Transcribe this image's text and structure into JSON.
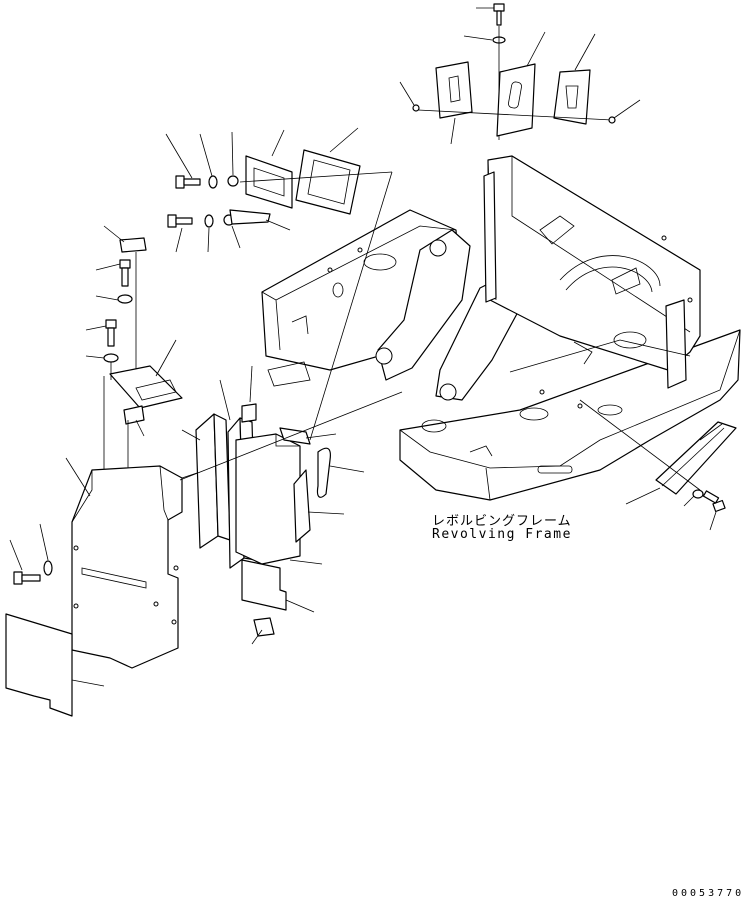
{
  "figure": {
    "caption_jp": "レボルビングフレーム",
    "caption_en": "Revolving Frame",
    "drawing_number": "00053770"
  }
}
